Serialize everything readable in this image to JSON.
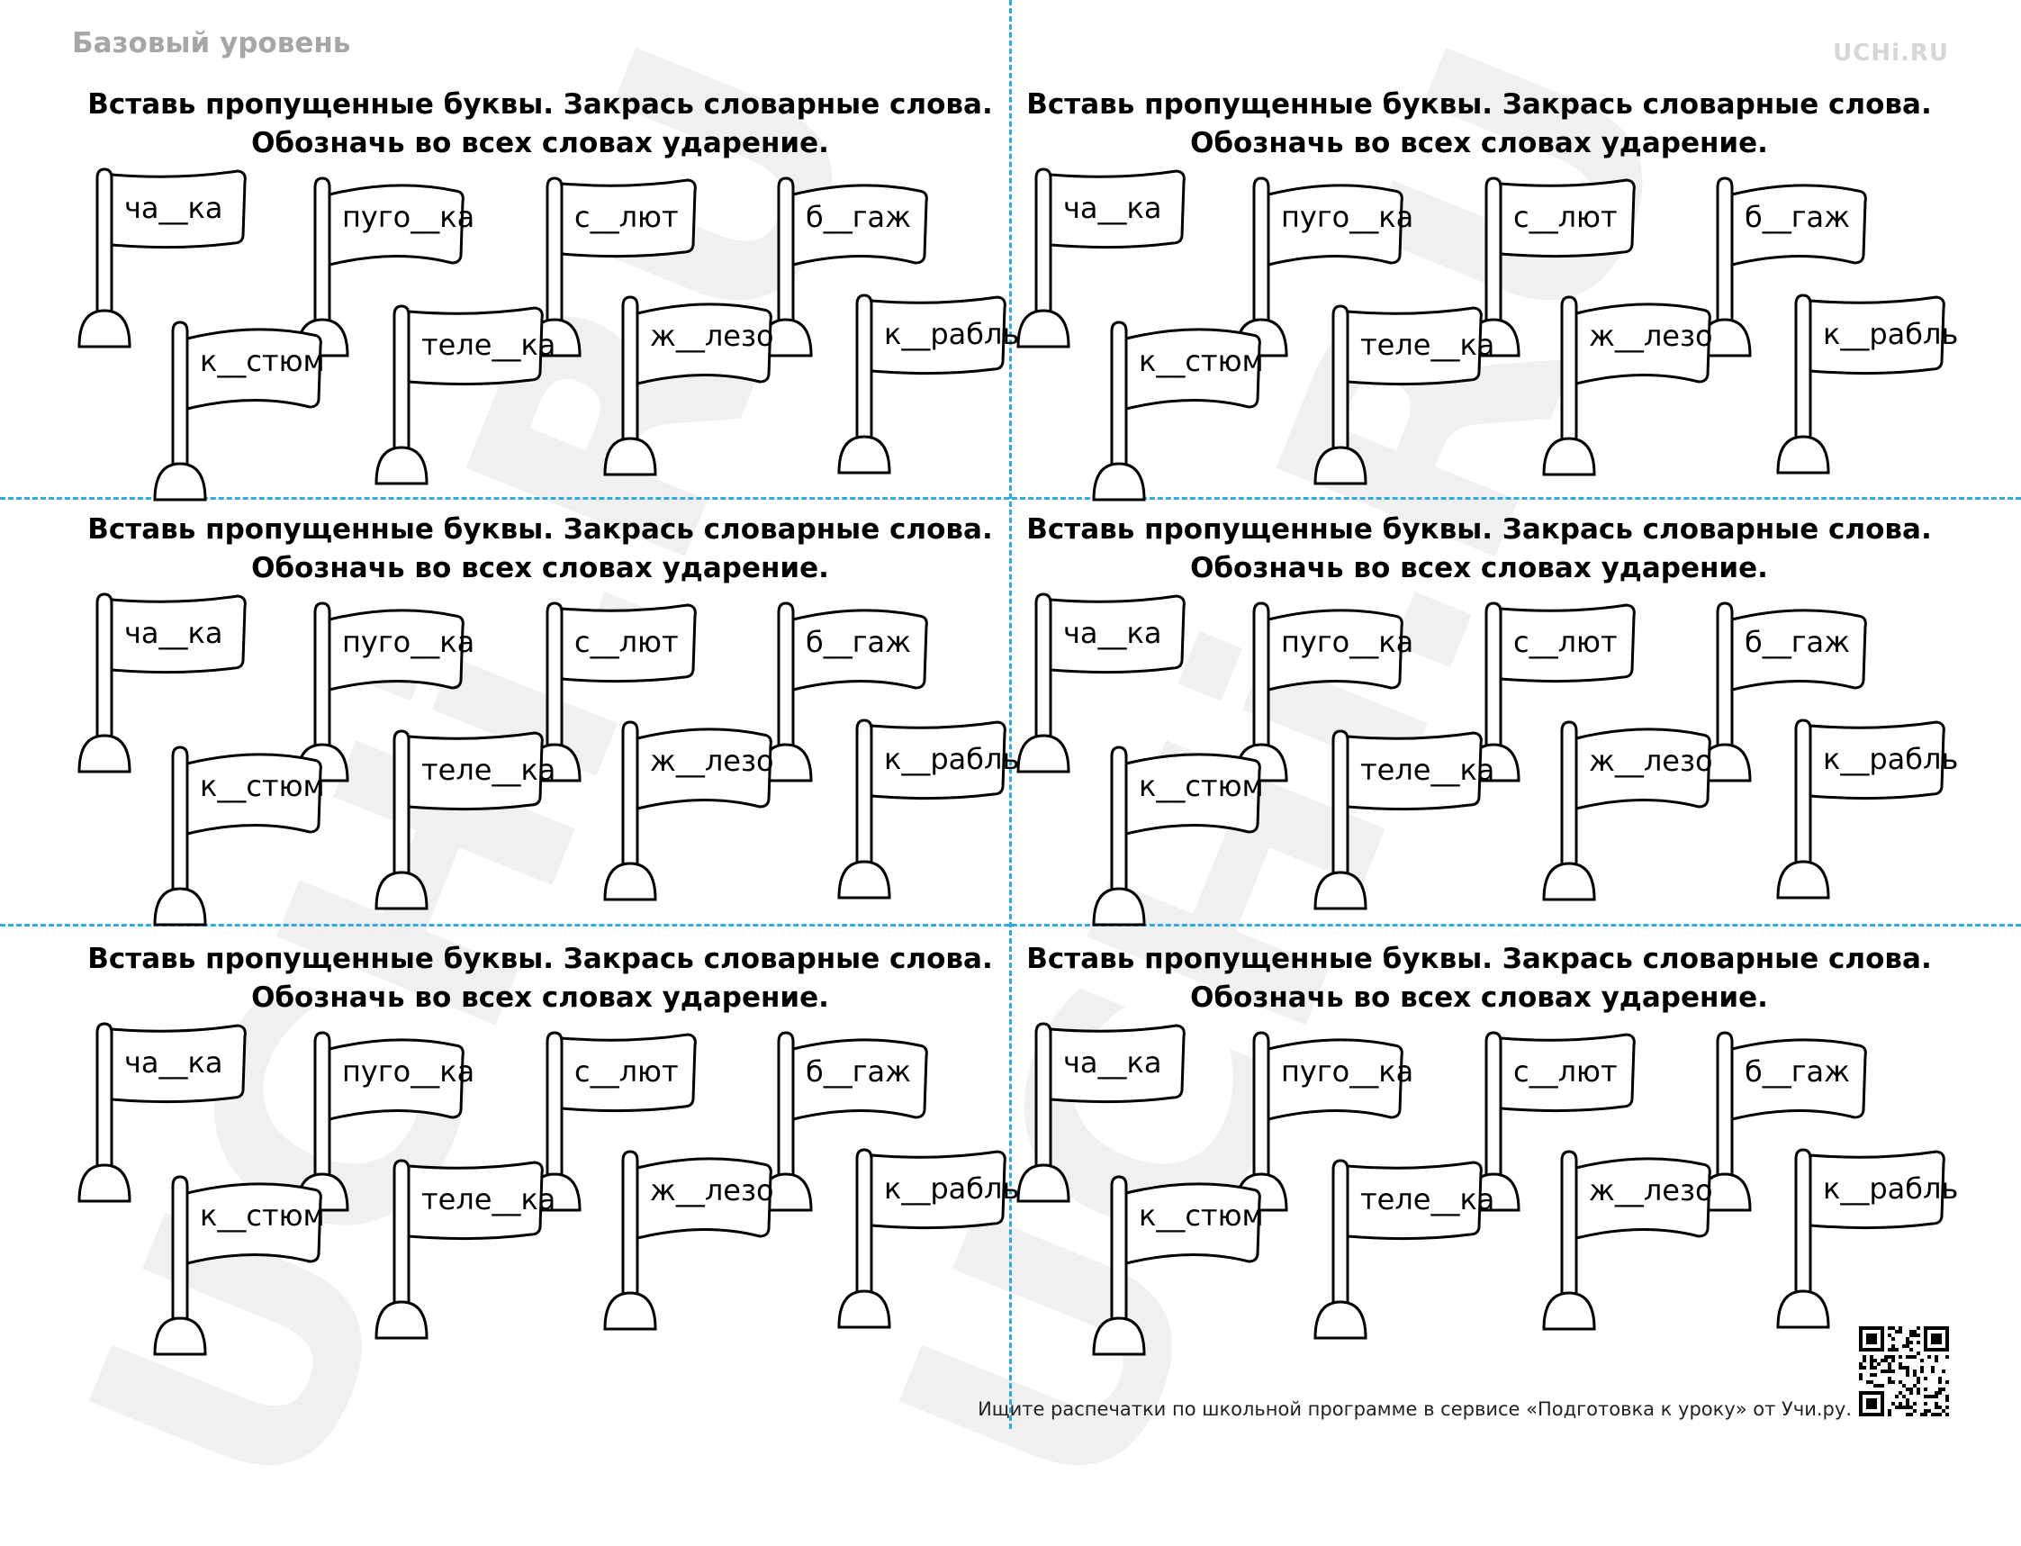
{
  "header": {
    "level": "Базовый уровень",
    "logo": "UCHi.RU"
  },
  "watermark": "UCHi.RU",
  "instructions": {
    "line1": "Вставь пропущенные буквы. Закрась словарные слова.",
    "line2": "Обозначь во всех словах ударение."
  },
  "words": [
    "ча__ка",
    "пуго__ка",
    "с__лют",
    "б__гаж",
    "к__стюм",
    "теле__ка",
    "ж__лезо",
    "к__рабль"
  ],
  "footer": {
    "text": "Ищите распечатки по школьной программе в сервисе «Подготовка к уроку» от Учи.ру."
  },
  "colors": {
    "divider": "#33aadd",
    "watermark": "#ececec",
    "header_gray": "#a6a6a6"
  },
  "icons": {
    "flag": "flag-icon",
    "qr": "qr-code-icon"
  }
}
